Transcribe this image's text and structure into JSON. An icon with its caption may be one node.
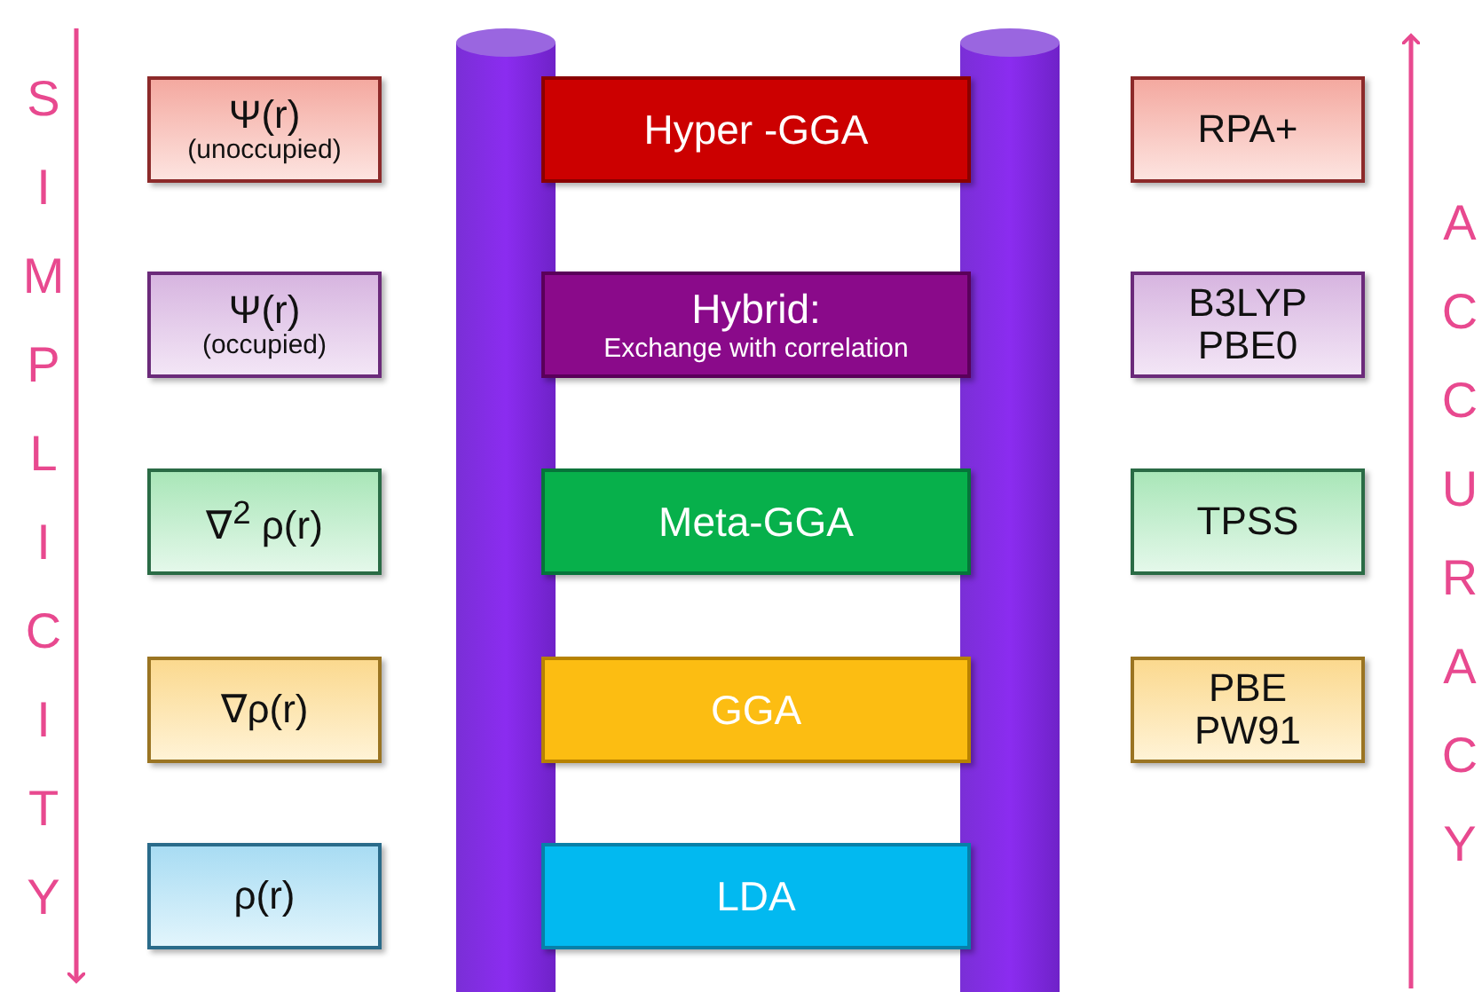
{
  "diagram": {
    "nodes": [
      {
        "text": [
          "Ψ(r)",
          "(unoccupied)"
        ]
      },
      {
        "text": [
          "Hyper -GGA"
        ]
      },
      {
        "text": [
          "RPA+"
        ]
      },
      {
        "text": [
          "Ψ(r)",
          "(occupied)"
        ]
      },
      {
        "text": [
          "Hybrid:",
          "Exchange with correlation"
        ]
      },
      {
        "text": [
          "B3LYP PBE0"
        ]
      },
      {
        "text": [
          "∇$^{2}$ ρ(r)"
        ]
      },
      {
        "text": [
          "Meta-GGA"
        ]
      },
      {
        "text": [
          "TPSS"
        ]
      },
      {
        "text": [
          "∇ρ(r)"
        ]
      },
      {
        "text": [
          "GGA"
        ]
      },
      {
        "text": [
          "PBE PW91"
        ]
      },
      {
        "text": [
          "ρ(r)"
        ]
      },
      {
        "text": [
          "LDA"
        ]
      }
    ],
    "labels": [
      "SIMPLICITY",
      "ACCURACY"
    ]
  }
}
